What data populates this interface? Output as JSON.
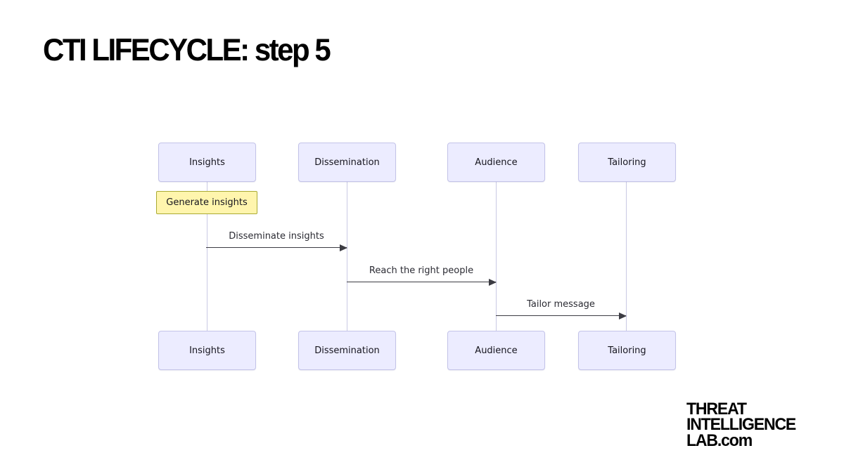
{
  "page": {
    "title": "CTI LIFECYCLE: step 5",
    "background_color": "#ffffff",
    "title_color": "#000000"
  },
  "diagram": {
    "type": "sequence-diagram",
    "actors": [
      "Insights",
      "Dissemination",
      "Audience",
      "Tailoring"
    ],
    "note": {
      "text": "Generate insights",
      "over_actor": "Insights",
      "fill_color": "#fff5ad",
      "border_color": "#aaaa33"
    },
    "messages": [
      {
        "from": "Insights",
        "to": "Dissemination",
        "label": "Disseminate insights"
      },
      {
        "from": "Dissemination",
        "to": "Audience",
        "label": "Reach the right people"
      },
      {
        "from": "Audience",
        "to": "Tailoring",
        "label": "Tailor message"
      }
    ],
    "colors": {
      "actor_fill": "#ececff",
      "actor_border": "#c3c3e8",
      "lifeline": "#c9c9e4",
      "arrow": "#3c3c43",
      "text": "#16151e"
    }
  },
  "logo": {
    "line1": "THREAT",
    "line2": "INTELLIGENCE",
    "line3": "LAB.com"
  }
}
